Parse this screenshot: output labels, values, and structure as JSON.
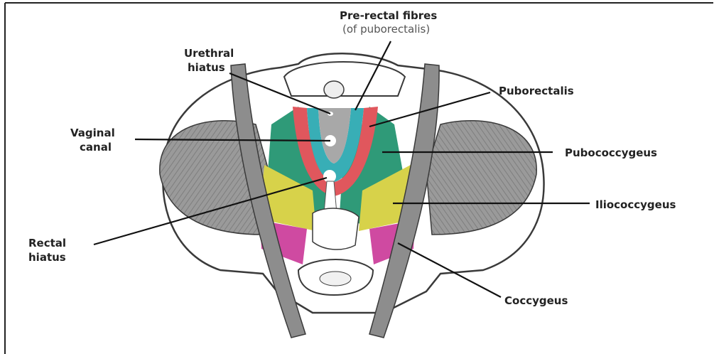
{
  "labels": {
    "pre_rectal_fibres": "Pre-rectal fibres",
    "pre_rectal_note": "(of puborectalis)",
    "urethral_hiatus_l1": "Urethral",
    "urethral_hiatus_l2": "hiatus",
    "puborectalis": "Puborectalis",
    "vaginal_canal_l1": "Vaginal",
    "vaginal_canal_l2": "canal",
    "pubococcygeus": "Pubococcygeus",
    "iliococcygeus": "Iliococcygeus",
    "rectal_hiatus_l1": "Rectal",
    "rectal_hiatus_l2": "hiatus",
    "coccygeus": "Coccygeus"
  },
  "colors": {
    "puborectalis": "#e0575d",
    "pre_rectal": "#38aeb6",
    "pubococcygeus": "#2f9a78",
    "iliococcygeus": "#d7d24a",
    "coccygeus": "#cf4aa1",
    "bone_muscle_gray": "#8d8d8d",
    "outline": "#3a3a3a"
  }
}
